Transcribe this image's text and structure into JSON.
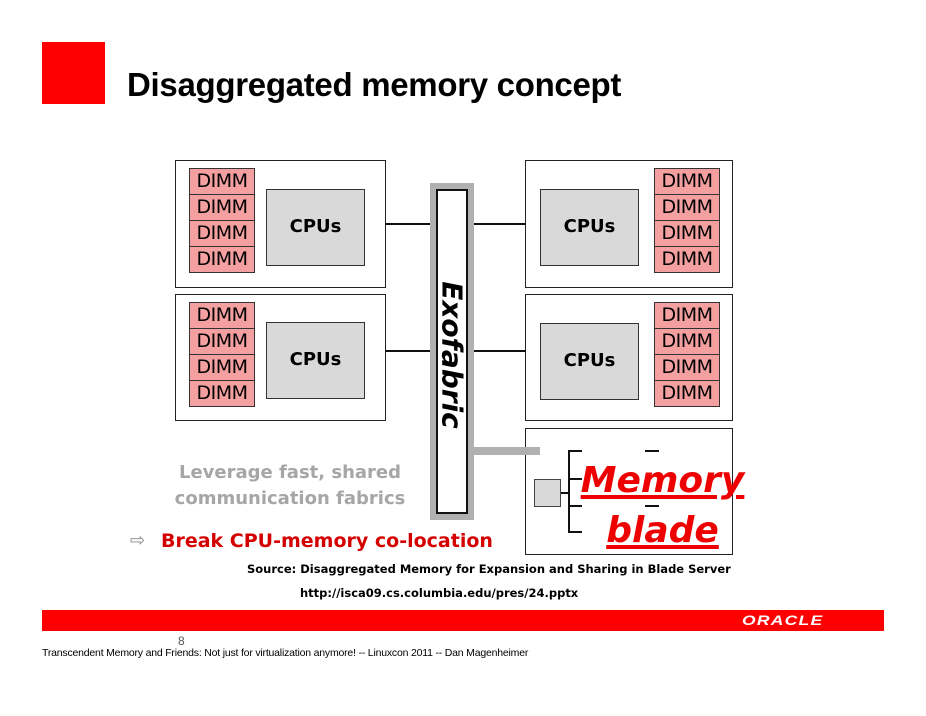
{
  "slide": {
    "title": "Disaggregated memory concept",
    "page_number": "8",
    "accent_color": "#ff0000"
  },
  "diagram": {
    "blades": [
      {
        "position": "top-left",
        "dimms": [
          "DIMM",
          "DIMM",
          "DIMM",
          "DIMM"
        ],
        "cpu_label": "CPUs"
      },
      {
        "position": "middle-left",
        "dimms": [
          "DIMM",
          "DIMM",
          "DIMM",
          "DIMM"
        ],
        "cpu_label": "CPUs"
      },
      {
        "position": "top-right",
        "dimms": [
          "DIMM",
          "DIMM",
          "DIMM",
          "DIMM"
        ],
        "cpu_label": "CPUs"
      },
      {
        "position": "middle-right",
        "dimms": [
          "DIMM",
          "DIMM",
          "DIMM",
          "DIMM"
        ],
        "cpu_label": "CPUs"
      }
    ],
    "fabric_label": "Exofabric",
    "memory_blade_label_line1": "Memory",
    "memory_blade_label_line2": "blade",
    "dimm_color": "#f4a0a0",
    "cpu_color": "#d9d9d9",
    "memory_blade_color": "#ee0000"
  },
  "notes": {
    "leverage_line1": "Leverage fast, shared",
    "leverage_line2": "communication fabrics",
    "break_arrow": "⇨",
    "break_text": "Break CPU-memory co-location",
    "source": "Source: Disaggregated Memory for Expansion and Sharing in Blade Server",
    "url": "http://isca09.cs.columbia.edu/pres/24.pptx"
  },
  "footer": {
    "logo": "ORACLE",
    "text": "Transcendent Memory and Friends: Not just for virtualization anymore! -- Linuxcon 2011 -- Dan Magenheimer"
  }
}
